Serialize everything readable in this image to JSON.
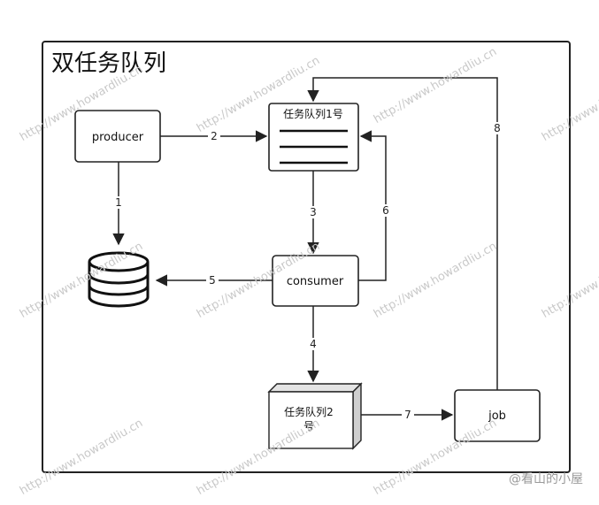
{
  "frame": {
    "title": "双任务队列"
  },
  "nodes": {
    "producer": "producer",
    "queue1": "任务队列1号",
    "consumer": "consumer",
    "queue2_line1": "任务队列2",
    "queue2_line2": "号",
    "job": "job"
  },
  "edges": {
    "e1": "1",
    "e2": "2",
    "e3": "3",
    "e4": "4",
    "e5": "5",
    "e6": "6",
    "e7": "7",
    "e8": "8"
  },
  "watermark": {
    "text": "http://www.howardliu.cn"
  },
  "credit": {
    "text": "@看山的小屋"
  },
  "icons": {
    "database": "database-icon"
  }
}
